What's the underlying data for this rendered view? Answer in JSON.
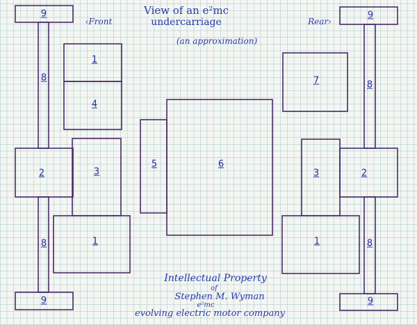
{
  "title": {
    "line1": "View of an e²mc",
    "line2": "undercarriage",
    "note": "(an approximation)"
  },
  "directions": {
    "front": "‹Front",
    "rear": "Rear›"
  },
  "parts": {
    "wheel": "9",
    "axle": "8",
    "hub": "2",
    "part1": "1",
    "part3": "3",
    "part4": "4",
    "part5": "5",
    "part6": "6",
    "part7": "7"
  },
  "footer": {
    "line1": "Intellectual Property",
    "line2": "of",
    "line3": "Stephen M. Wyman",
    "line4": "e²mc",
    "line5": "evolving electric motor company"
  },
  "colors": {
    "ink": "#4a2a6a",
    "pen": "#2a3aa8"
  }
}
